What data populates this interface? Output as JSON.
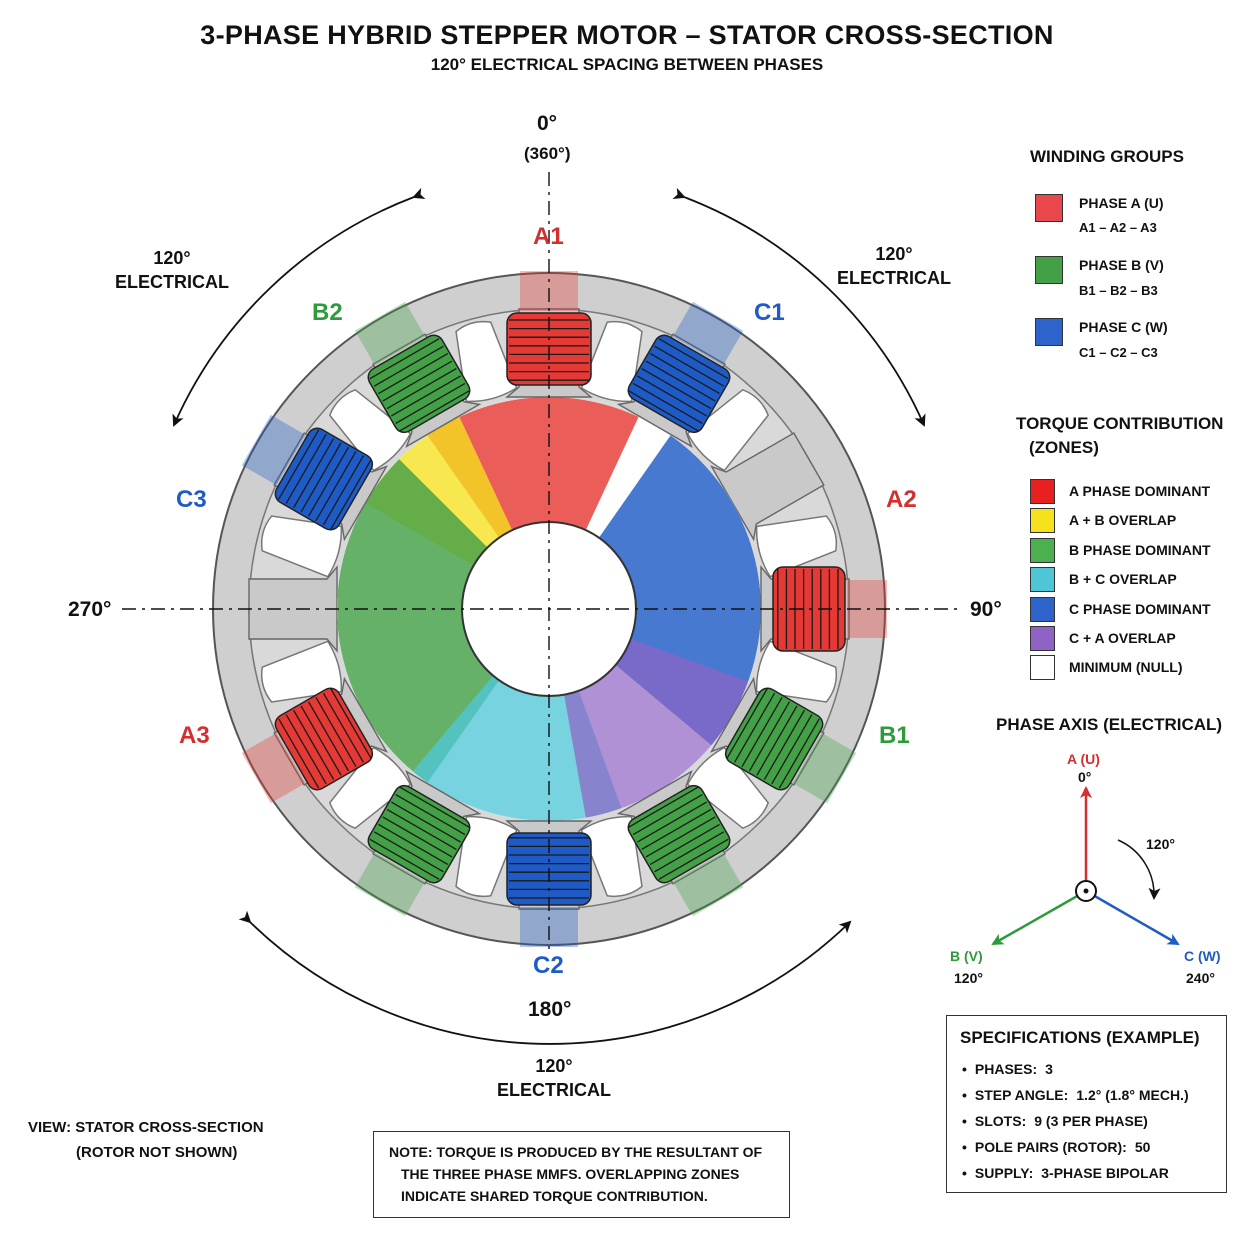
{
  "header": {
    "title": "3-PHASE HYBRID STEPPER MOTOR – STATOR CROSS-SECTION",
    "subtitle": "120° ELECTRICAL SPACING BETWEEN PHASES"
  },
  "angles": {
    "top": "0°",
    "top_alt": "(360°)",
    "right": "90°",
    "bottom": "180°",
    "left": "270°"
  },
  "arc_labels": {
    "top_left": [
      "120°",
      "ELECTRICAL"
    ],
    "top_right": [
      "120°",
      "ELECTRICAL"
    ],
    "bottom": [
      "120°",
      "ELECTRICAL"
    ]
  },
  "coil_labels": {
    "A1": "A1",
    "A2": "A2",
    "A3": "A3",
    "B1": "B1",
    "B2": "B2",
    "C1": "C1",
    "C2": "C2",
    "C3": "C3"
  },
  "colors": {
    "phase_a": "#e53935",
    "phase_b": "#43a047",
    "phase_c": "#1e5bc6",
    "overlap_ab": "#f5e11d",
    "overlap_bc": "#4fc6d6",
    "overlap_ca": "#8e63c5",
    "stator": "#cfcfcf"
  },
  "winding_groups": {
    "title": "WINDING GROUPS",
    "items": [
      {
        "name": "PHASE A (U)",
        "coils": "A1 – A2 – A3",
        "color": "#e8474b"
      },
      {
        "name": "PHASE B (V)",
        "coils": "B1 – B2 – B3",
        "color": "#43a047"
      },
      {
        "name": "PHASE C (W)",
        "coils": "C1 – C2 – C3",
        "color": "#2f63cc"
      }
    ]
  },
  "torque_zones": {
    "title_line1": "TORQUE CONTRIBUTION",
    "title_line2": "(ZONES)",
    "items": [
      {
        "label": "A PHASE DOMINANT",
        "color": "#e8201f"
      },
      {
        "label": "A + B OVERLAP",
        "color": "#f5e11d"
      },
      {
        "label": "B PHASE DOMINANT",
        "color": "#4caf50"
      },
      {
        "label": "B + C OVERLAP",
        "color": "#4fc6d6"
      },
      {
        "label": "C PHASE DOMINANT",
        "color": "#2f63cc"
      },
      {
        "label": "C + A OVERLAP",
        "color": "#8e63c5"
      },
      {
        "label": "MINIMUM (NULL)",
        "color": "#ffffff"
      }
    ]
  },
  "phase_axis": {
    "title": "PHASE AXIS (ELECTRICAL)",
    "a_label": "A (U)",
    "a_angle": "0°",
    "b_label": "B (V)",
    "b_angle": "120°",
    "c_label": "C (W)",
    "c_angle": "240°",
    "spacing": "120°"
  },
  "specs": {
    "title": "SPECIFICATIONS (EXAMPLE)",
    "rows": [
      {
        "key": "PHASES:",
        "value": "3"
      },
      {
        "key": "STEP ANGLE:",
        "value": "1.2° (1.8° MECH.)"
      },
      {
        "key": "SLOTS:",
        "value": "9 (3 PER PHASE)"
      },
      {
        "key": "POLE PAIRS (ROTOR):",
        "value": "50"
      },
      {
        "key": "SUPPLY:",
        "value": "3-PHASE BIPOLAR"
      }
    ]
  },
  "note": {
    "line1": "NOTE: TORQUE IS PRODUCED BY THE RESULTANT OF",
    "line2": "THE THREE PHASE MMFS. OVERLAPPING ZONES",
    "line3": "INDICATE SHARED TORQUE CONTRIBUTION."
  },
  "view": {
    "line1": "VIEW: STATOR CROSS-SECTION",
    "line2": "(ROTOR NOT SHOWN)"
  }
}
